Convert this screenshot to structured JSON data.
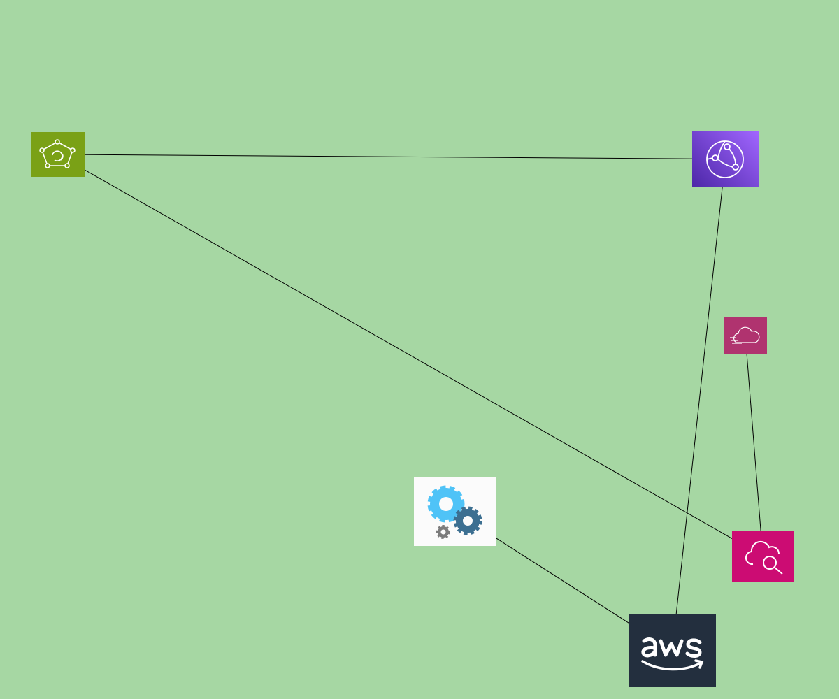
{
  "diagram": {
    "background_color": "#a6d7a3",
    "edge_color": "#000000",
    "nodes": [
      {
        "id": "graph-node",
        "icon": "graph-network-icon",
        "color": "#7aa116"
      },
      {
        "id": "network-node",
        "icon": "global-network-icon",
        "color": "#8c4fff"
      },
      {
        "id": "cloud-node",
        "icon": "cloud-streaming-icon",
        "color": "#b0336f"
      },
      {
        "id": "cloud-search-node",
        "icon": "cloud-search-icon",
        "color": "#cc0c73"
      },
      {
        "id": "gears-node",
        "icon": "gears-icon",
        "color": "#4fc3f7"
      },
      {
        "id": "aws-node",
        "icon": "aws-logo",
        "color": "#232f3e"
      }
    ],
    "edges": [
      {
        "from": "network-node",
        "to": "graph-node"
      },
      {
        "from": "cloud-search-node",
        "to": "graph-node"
      },
      {
        "from": "network-node",
        "to": "aws-node"
      },
      {
        "from": "cloud-node",
        "to": "cloud-search-node"
      },
      {
        "from": "aws-node",
        "to": "gears-node"
      }
    ]
  }
}
